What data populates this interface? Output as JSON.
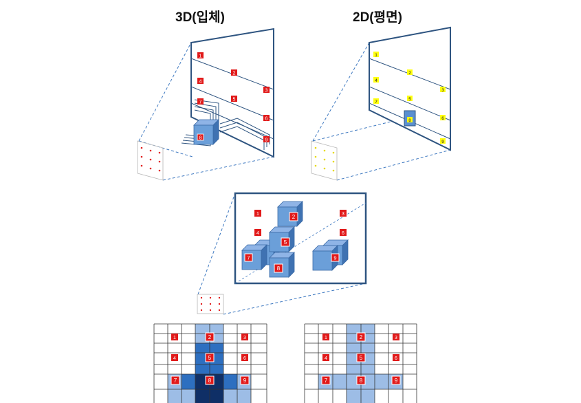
{
  "titles": {
    "left": "3D(입체)",
    "right": "2D(평면)"
  },
  "colors": {
    "frame": "#2e5480",
    "dash": "#3d78c0",
    "red_marker": "#e11a1a",
    "yellow_marker": "#ffff10",
    "cube_light": "#6b9fd9",
    "cube_dark": "#3f72b2",
    "grid_light": "#9dbde6",
    "grid_mid": "#2d6fc0",
    "grid_dark": "#0f2f66"
  },
  "markers": [
    "1",
    "2",
    "3",
    "4",
    "5",
    "6",
    "7",
    "8",
    "9"
  ]
}
